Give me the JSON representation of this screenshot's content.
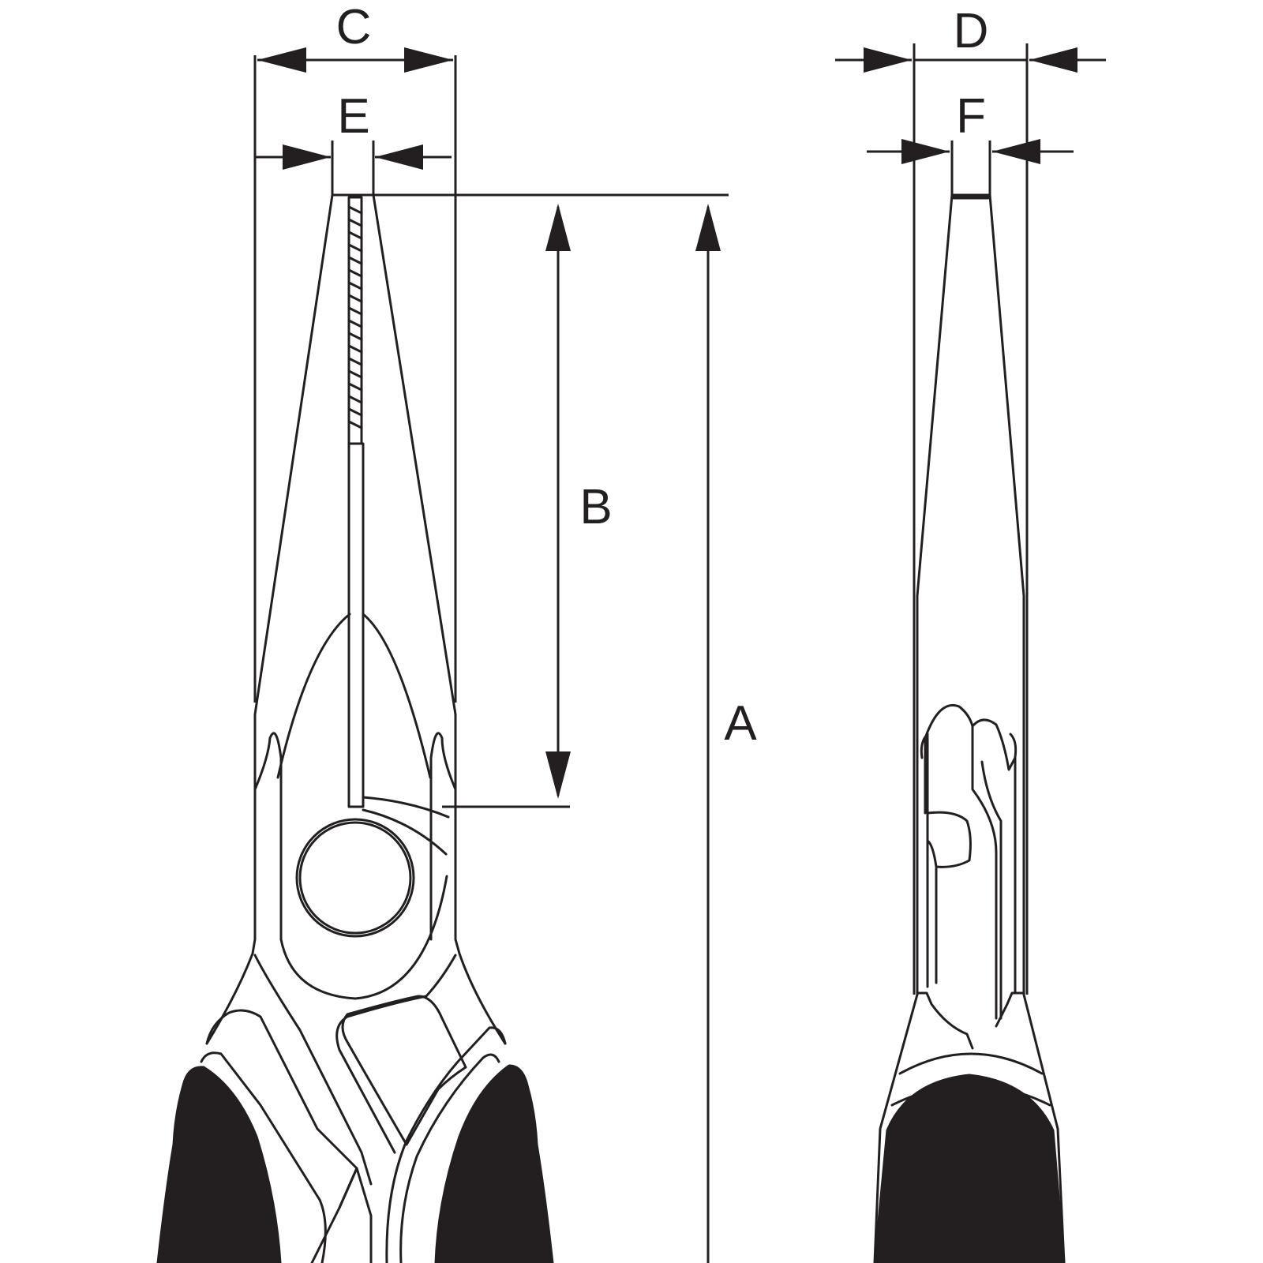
{
  "figure": {
    "dimension_labels": {
      "a": "A",
      "b": "B",
      "c": "C",
      "d": "D",
      "e": "E",
      "f": "F"
    },
    "colors": {
      "line": "#231f20",
      "background": "#ffffff"
    }
  }
}
